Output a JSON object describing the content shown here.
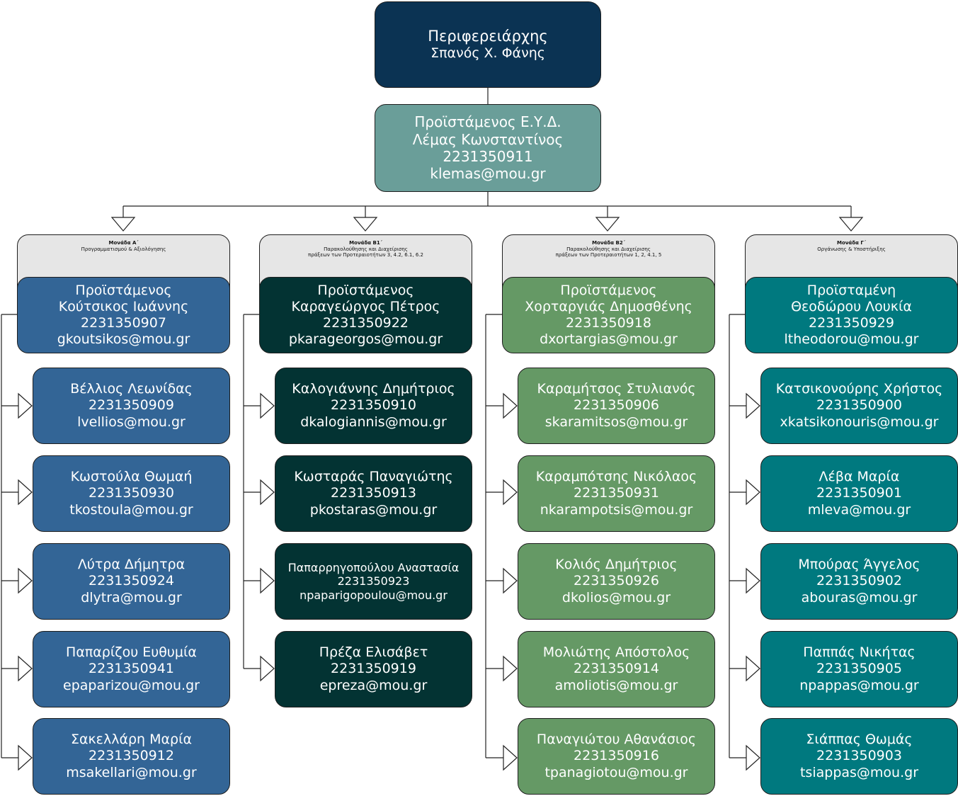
{
  "director": {
    "title": "Περιφερειάρχης",
    "name": "Σπανός Χ. Φάνης"
  },
  "eyd_head": {
    "title": "Προϊστάμενος Ε.Υ.Δ.",
    "name": "Λέμας Κωνσταντίνος",
    "phone": "2231350911",
    "email": "klemas@mou.gr"
  },
  "units": [
    {
      "title": "Μονάδα Α΄",
      "subtitle_1": "Προγραμματισμού & Αξιολόγησης",
      "subtitle_2": "",
      "color": "#336596",
      "head": {
        "role": "Προϊστάμενος",
        "name": "Κούτσικος Ιωάννης",
        "phone": "2231350907",
        "email": "gkoutsikos@mou.gr"
      },
      "members": [
        {
          "name": "Βέλλιος Λεωνίδας",
          "phone": "2231350909",
          "email": "lvellios@mou.gr"
        },
        {
          "name": "Κωστούλα Θωμαή",
          "phone": "2231350930",
          "email": "tkostoula@mou.gr"
        },
        {
          "name": "Λύτρα Δήμητρα",
          "phone": "2231350924",
          "email": "dlytra@mou.gr"
        },
        {
          "name": "Παπαρίζου Ευθυμία",
          "phone": "2231350941",
          "email": "epaparizou@mou.gr"
        },
        {
          "name": "Σακελλάρη Μαρία",
          "phone": "2231350912",
          "email": "msakellari@mou.gr"
        }
      ]
    },
    {
      "title": "Μονάδα Β1΄",
      "subtitle_1": "Παρακολούθησης και Διαχείρισης",
      "subtitle_2": "πράξεων των Προτεραιοτήτων 3, 4.2, 6.1, 6.2",
      "color": "#033333",
      "head": {
        "role": "Προϊστάμενος",
        "name": "Καραγεώργος Πέτρος",
        "phone": "2231350922",
        "email": "pkarageorgos@mou.gr"
      },
      "members": [
        {
          "name": "Καλογιάννης Δημήτριος",
          "phone": "2231350910",
          "email": "dkalogiannis@mou.gr"
        },
        {
          "name": "Κωσταράς Παναγιώτης",
          "phone": "2231350913",
          "email": "pkostaras@mou.gr"
        },
        {
          "name": "Παπαρρηγοπούλου Αναστασία",
          "phone": "2231350923",
          "email": "npaparigopoulou@mou.gr"
        },
        {
          "name": "Πρέζα Ελισάβετ",
          "phone": "2231350919",
          "email": "epreza@mou.gr"
        }
      ]
    },
    {
      "title": "Μονάδα Β2΄",
      "subtitle_1": "Παρακολούθησης και Διαχείρισης",
      "subtitle_2": "πράξεων των Προτεραιοτήτων 1, 2, 4.1, 5",
      "color": "#659965",
      "head": {
        "role": "Προϊστάμενος",
        "name": "Χορταργιάς Δημοσθένης",
        "phone": "2231350918",
        "email": "dxortargias@mou.gr"
      },
      "members": [
        {
          "name": "Καραμήτσος Στυλιανός",
          "phone": "2231350906",
          "email": "skaramitsos@mou.gr"
        },
        {
          "name": "Καραμπότσης Νικόλαος",
          "phone": "2231350931",
          "email": "nkarampotsis@mou.gr"
        },
        {
          "name": "Κολιός Δημήτριος",
          "phone": "2231350926",
          "email": "dkolios@mou.gr"
        },
        {
          "name": "Μολιώτης Απόστολος",
          "phone": "2231350914",
          "email": "amoliotis@mou.gr"
        },
        {
          "name": "Παναγιώτου Αθανάσιος",
          "phone": "2231350916",
          "email": "tpanagiotou@mou.gr"
        }
      ]
    },
    {
      "title": "Μονάδα Γ΄",
      "subtitle_1": "Οργάνωσης & Υποστήριξης",
      "subtitle_2": "",
      "color": "#00797f",
      "head": {
        "role": "Προϊσταμένη",
        "name": "Θεοδώρου Λουκία",
        "phone": "2231350929",
        "email": "ltheodorou@mou.gr"
      },
      "members": [
        {
          "name": "Κατσικονούρης Χρήστος",
          "phone": "2231350900",
          "email": "xkatsikonouris@mou.gr"
        },
        {
          "name": "Λέβα Μαρία",
          "phone": "2231350901",
          "email": "mleva@mou.gr"
        },
        {
          "name": "Μπούρας Άγγελος",
          "phone": "2231350902",
          "email": "abouras@mou.gr"
        },
        {
          "name": "Παππάς Νικήτας",
          "phone": "2231350905",
          "email": "npappas@mou.gr"
        },
        {
          "name": "Σιάππας Θωμάς",
          "phone": "2231350903",
          "email": "tsiappas@mou.gr"
        }
      ]
    }
  ]
}
